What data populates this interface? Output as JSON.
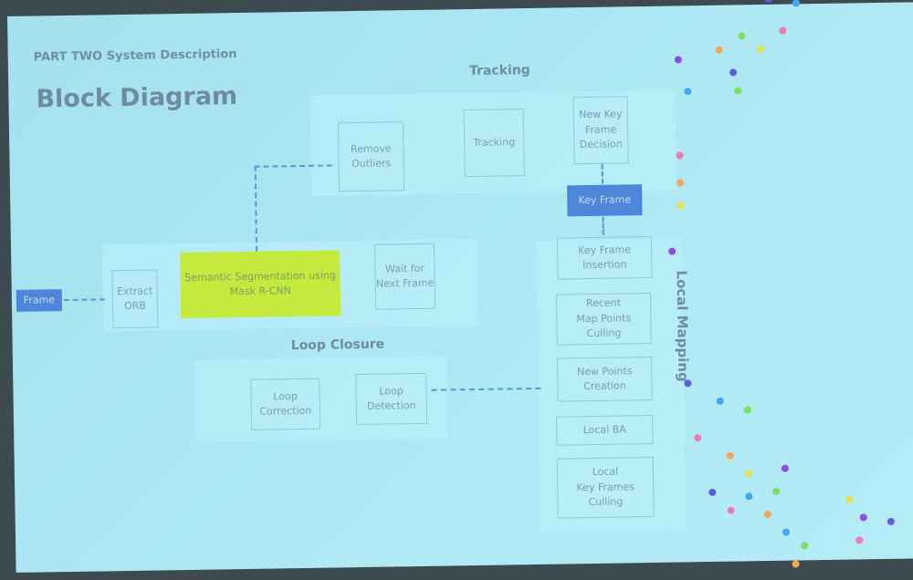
{
  "slide": {
    "subtitle": "PART TWO System Description",
    "title": "Block Diagram"
  },
  "sections": {
    "tracking": "Tracking",
    "loop_closure": "Loop Closure",
    "local_mapping": "Local Mapping"
  },
  "blocks": {
    "frame": "Frame",
    "extract_orb": "Extract\nORB",
    "semantic": "Semantic Segmentation using\nMask R-CNN",
    "wait": "Wait for\nNext Frame",
    "remove_outliers": "Remove Outliers",
    "tracking": "Tracking",
    "new_kf_decision": "New Key\nFrame\nDecision",
    "key_frame": "Key Frame",
    "kf_insertion": "Key Frame\nInsertion",
    "recent_culling": "Recent\nMap Points\nCulling",
    "new_points": "New Points\nCreation",
    "local_ba": "Local BA",
    "local_kf_culling": "Local\nKey Frames\nCulling",
    "loop_correction": "Loop\nCorrection",
    "loop_detection": "Loop\nDetection"
  },
  "colors": {
    "frame_block": "#4e87d9",
    "semantic_block": "#c3ea3c"
  }
}
